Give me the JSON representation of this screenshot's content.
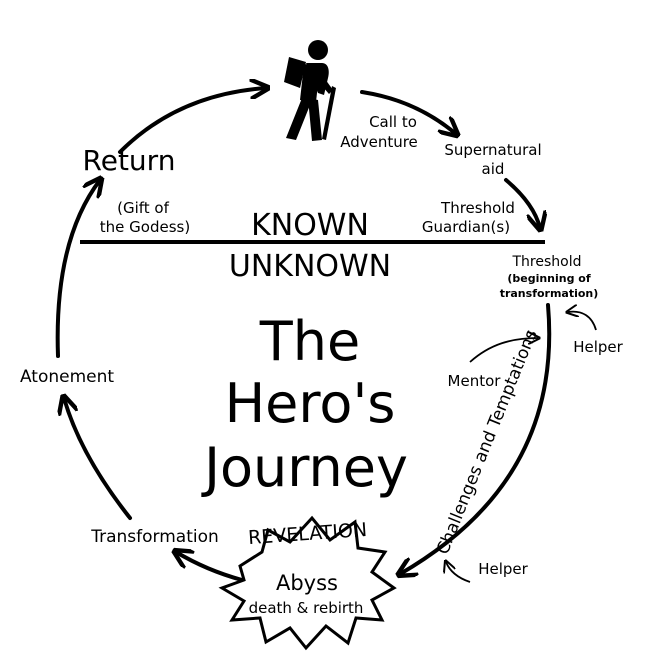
{
  "title": {
    "line1": "The",
    "line2": "Hero's",
    "line3": "Journey"
  },
  "divider": {
    "known": "KNOWN",
    "unknown": "UNKNOWN"
  },
  "stages": {
    "call_line1": "Call to",
    "call_line2": "Adventure",
    "aid_line1": "Supernatural",
    "aid_line2": "aid",
    "guardian_line1": "Threshold",
    "guardian_line2": "Guardian(s)",
    "threshold_title": "Threshold",
    "threshold_sub1": "(beginning of",
    "threshold_sub2": "transformation)",
    "helper_top": "Helper",
    "mentor": "Mentor",
    "challenges": "Challenges and Temptations",
    "helper_bottom": "Helper",
    "revelation": "REVELATION",
    "abyss": "Abyss",
    "abyss_sub": "death & rebirth",
    "transformation": "Transformation",
    "atonement": "Atonement",
    "return": "Return",
    "gift_line1": "(Gift of",
    "gift_line2": "the Godess)"
  },
  "icons": {
    "hiker": "hiker-icon"
  }
}
